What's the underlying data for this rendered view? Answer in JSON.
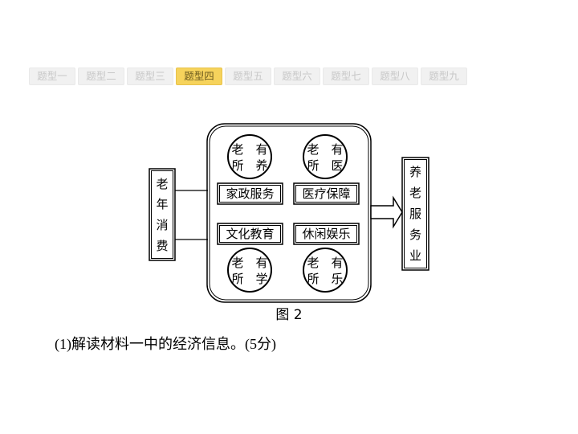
{
  "tabs": [
    {
      "label": "题型一",
      "active": false
    },
    {
      "label": "题型二",
      "active": false
    },
    {
      "label": "题型三",
      "active": false
    },
    {
      "label": "题型四",
      "active": true
    },
    {
      "label": "题型五",
      "active": false
    },
    {
      "label": "题型六",
      "active": false
    },
    {
      "label": "题型七",
      "active": false
    },
    {
      "label": "题型八",
      "active": false
    },
    {
      "label": "题型九",
      "active": false
    }
  ],
  "diagram": {
    "left_box": [
      "老",
      "年",
      "消",
      "费"
    ],
    "right_box": [
      "养",
      "老",
      "服",
      "务",
      "业"
    ],
    "circles": [
      {
        "top": "老　有",
        "bottom": "所　养"
      },
      {
        "top": "老　有",
        "bottom": "所　医"
      },
      {
        "top": "老　有",
        "bottom": "所　学"
      },
      {
        "top": "老　有",
        "bottom": "所　乐"
      }
    ],
    "boxes": [
      "家政服务",
      "医疗保障",
      "文化教育",
      "休闲娱乐"
    ],
    "caption": "图 2"
  },
  "question": {
    "number": "(1)",
    "text": "解读材料一中的经济信息。",
    "score": "(5分)"
  }
}
